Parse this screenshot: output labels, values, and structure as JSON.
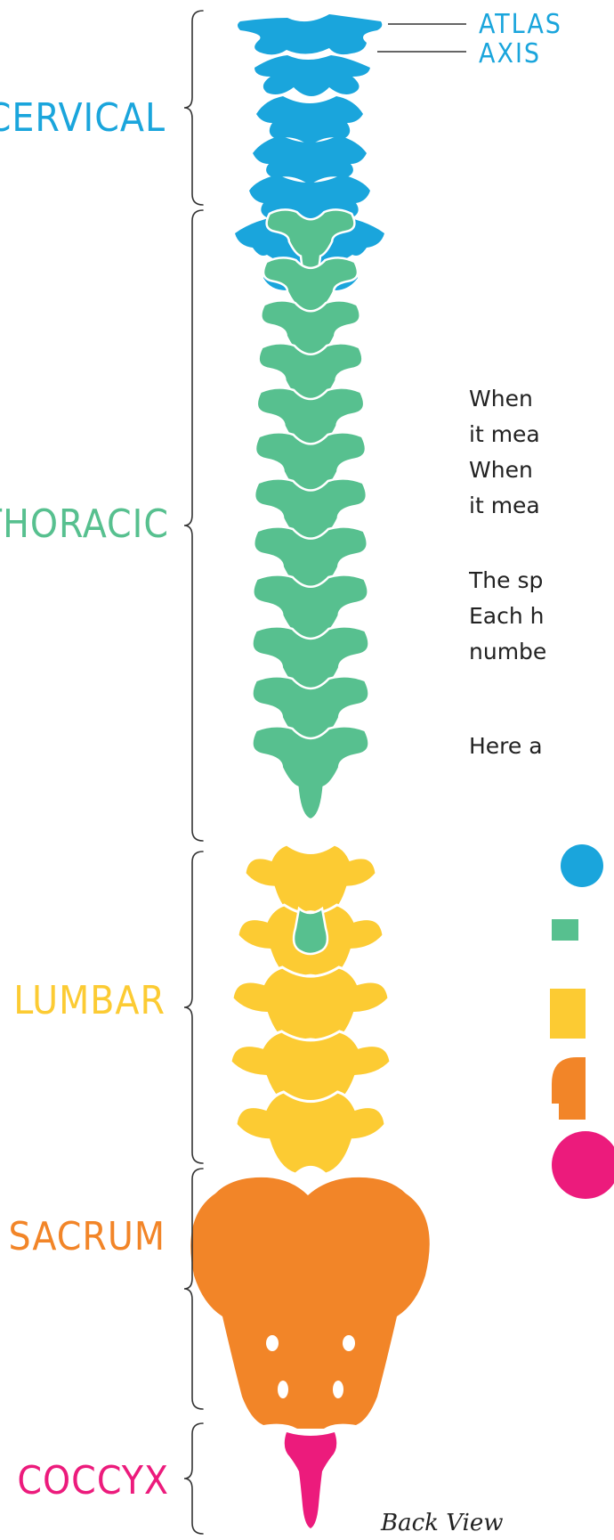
{
  "colors": {
    "cervical": "#1AA5DC",
    "thoracic": "#57C08F",
    "lumbar": "#FCCB33",
    "sacrum": "#F28528",
    "coccyx": "#EC1B7C",
    "bracket": "#333333",
    "text": "#222222"
  },
  "regions": {
    "cervical": "CERVICAL",
    "thoracic": "THORACIC",
    "lumbar": "LUMBAR",
    "sacrum": "SACRUM",
    "coccyx": "COCCYX"
  },
  "callouts": {
    "atlas": "ATLAS",
    "axis": "AXIS"
  },
  "caption": "Back View",
  "text_blocks": [
    {
      "lines": [
        "When",
        "it mea",
        "When",
        "it mea"
      ]
    },
    {
      "lines": [
        "The sp",
        "Each h",
        "numbe"
      ]
    },
    {
      "lines": [
        "Here a"
      ]
    }
  ],
  "key_icons": [
    "cervical-key-icon",
    "thoracic-key-icon",
    "lumbar-key-icon",
    "sacrum-key-icon",
    "coccyx-key-icon"
  ]
}
